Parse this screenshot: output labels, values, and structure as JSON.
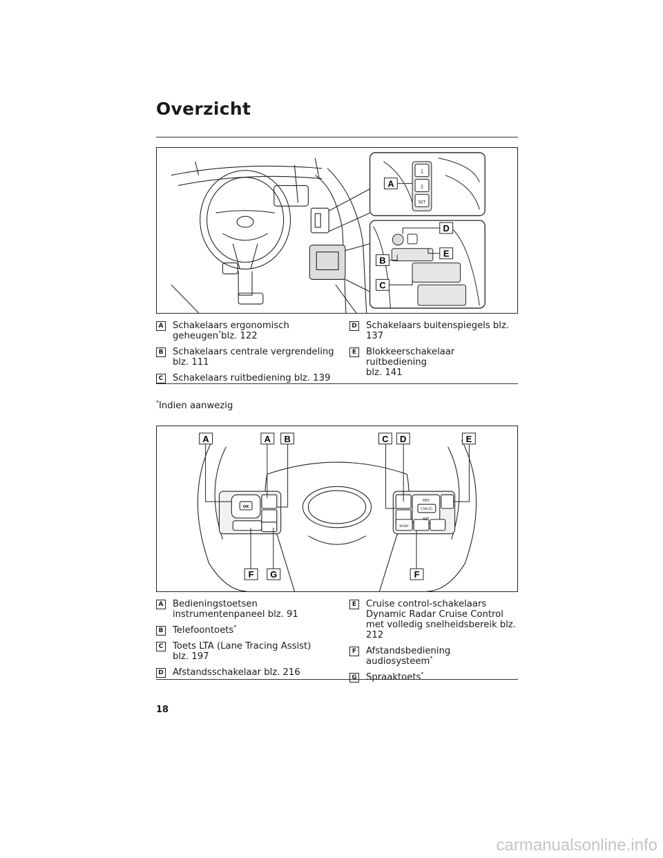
{
  "page": {
    "title": "Overzicht",
    "page_number": "18",
    "watermark": "carmanualsonline.info"
  },
  "figure1": {
    "callouts": [
      "A",
      "B",
      "C",
      "D",
      "E"
    ],
    "switch_labels": [
      "1",
      "2",
      "SET"
    ]
  },
  "legend1": {
    "left": [
      {
        "tag": "A",
        "text": "Schakelaars ergonomisch geheugen",
        "sup": "*",
        "ref": "blz. 122"
      },
      {
        "tag": "B",
        "text": "Schakelaars centrale vergrendeling",
        "ref": "blz. 111"
      },
      {
        "tag": "C",
        "text": "Schakelaars ruitbediening blz. 139"
      }
    ],
    "right": [
      {
        "tag": "D",
        "text": "Schakelaars buitenspiegels blz. 137"
      },
      {
        "tag": "E",
        "text": "Blokkeerschakelaar ruitbediening",
        "ref": "blz. 141"
      }
    ]
  },
  "footnote": {
    "mark": "*",
    "text": "Indien aanwezig"
  },
  "figure2": {
    "callouts_top": [
      "A",
      "A",
      "B",
      "C",
      "D",
      "E"
    ],
    "callouts_bottom": [
      "F",
      "G",
      "F"
    ],
    "button_labels": [
      "OK",
      "RES",
      "SET",
      "CANCEL",
      "MODE"
    ]
  },
  "legend2": {
    "left": [
      {
        "tag": "A",
        "text": "Bedieningstoetsen instrumentenpaneel blz. 91"
      },
      {
        "tag": "B",
        "text": "Telefoontoets",
        "sup": "*"
      },
      {
        "tag": "C",
        "text": "Toets LTA (Lane Tracing Assist)",
        "ref": "blz. 197"
      },
      {
        "tag": "D",
        "text": "Afstandsschakelaar blz. 216"
      }
    ],
    "right": [
      {
        "tag": "E",
        "text": "Cruise control-schakelaars Dynamic Radar Cruise Control met volledig snelheidsbereik blz. 212"
      },
      {
        "tag": "F",
        "text": "Afstandsbediening audiosysteem",
        "sup": "*"
      },
      {
        "tag": "G",
        "text": "Spraaktoets",
        "sup": "*"
      }
    ]
  }
}
